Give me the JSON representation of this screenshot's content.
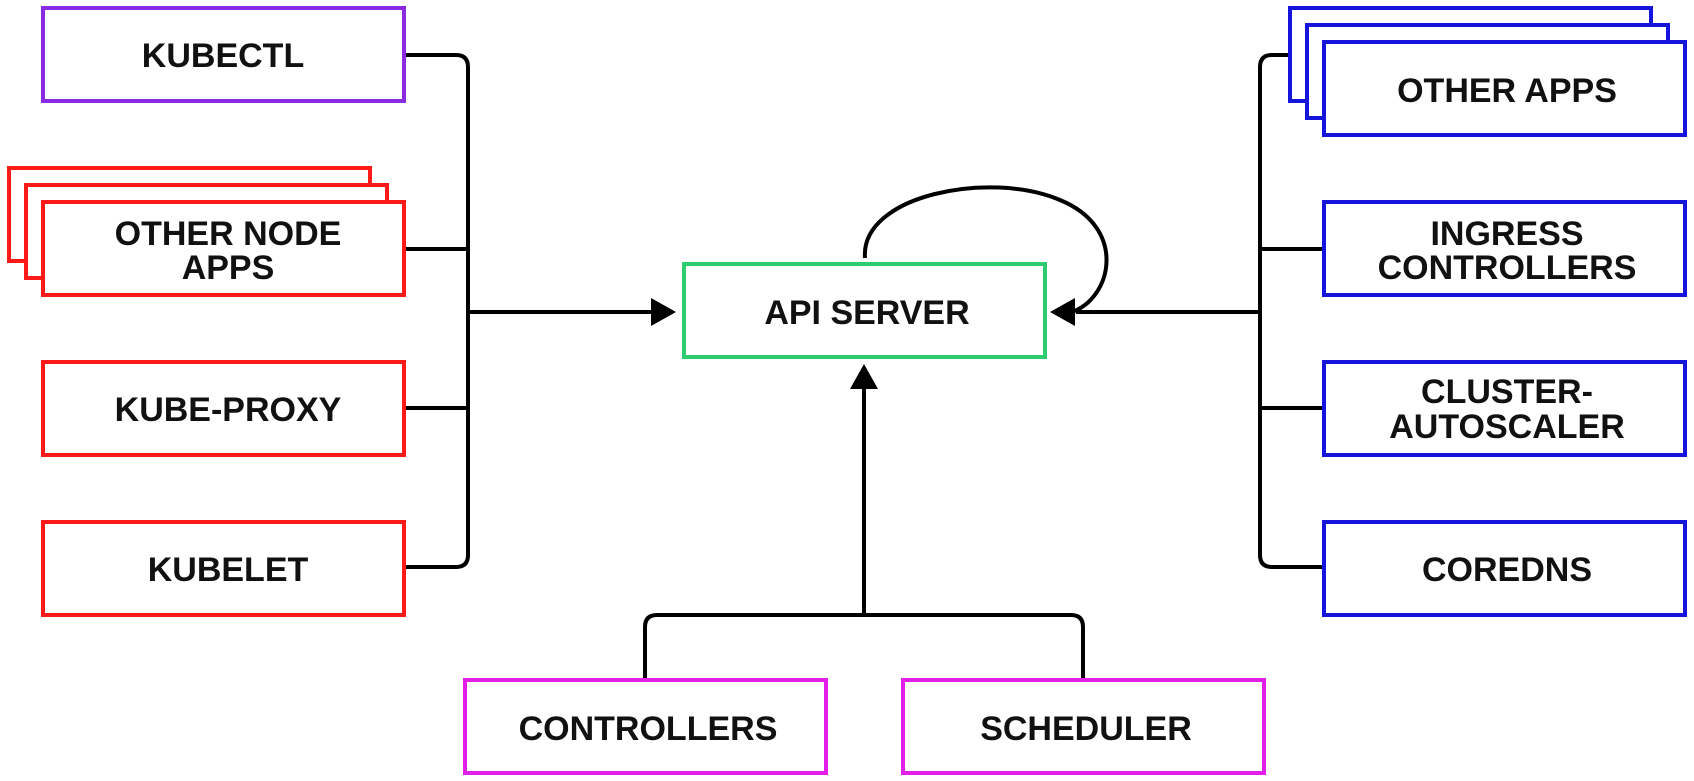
{
  "diagram": {
    "center": {
      "label": "API SERVER"
    },
    "left_clients": [
      {
        "lines": [
          "KUBECTL"
        ]
      },
      {
        "lines": [
          "OTHER NODE",
          "APPS"
        ]
      },
      {
        "lines": [
          "KUBE-PROXY"
        ]
      },
      {
        "lines": [
          "KUBELET"
        ]
      }
    ],
    "right_clients": [
      {
        "lines": [
          "OTHER APPS"
        ]
      },
      {
        "lines": [
          "INGRESS",
          "CONTROLLERS"
        ]
      },
      {
        "lines": [
          "CLUSTER-",
          "AUTOSCALER"
        ]
      },
      {
        "lines": [
          "COREDNS"
        ]
      }
    ],
    "bottom_clients": [
      {
        "lines": [
          "CONTROLLERS"
        ]
      },
      {
        "lines": [
          "SCHEDULER"
        ]
      }
    ],
    "colors": {
      "kubectl_border": "#8a2be2",
      "node_component_border": "#ff1a1a",
      "cluster_app_border": "#1414dc",
      "api_server_border": "#2ecc71",
      "control_plane_border": "#e31ee8",
      "connector": "#000000"
    }
  }
}
